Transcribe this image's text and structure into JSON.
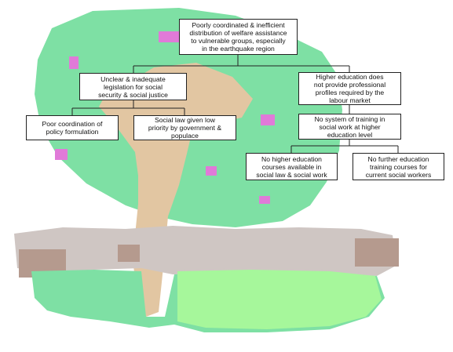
{
  "colors": {
    "canopy_green": "#7ee0a4",
    "trunk_tan": "#e2c6a2",
    "root_grey": "#cfc6c3",
    "root_brown": "#b59a8e",
    "light_green": "#a6f79b",
    "pink_patch": "#e07ad8",
    "node_border": "#222222",
    "line": "#222222"
  },
  "nodes": {
    "root": {
      "text": "Poorly coordinated & inefficient\ndistribution of welfare assistance\nto vulnerable groups, especially\nin the earthquake region"
    },
    "legislation": {
      "text": "Unclear & inadequate\nlegislation for social\nsecurity & social justice"
    },
    "policy": {
      "text": "Poor coordination of\npolicy formulation"
    },
    "priority": {
      "text": "Social law given low\npriority by government &\npopulace"
    },
    "higher_ed": {
      "text": "Higher education does\nnot provide professional\nprofiles required by the\nlabour market"
    },
    "training_system": {
      "text": "No system of training in\nsocial work at higher\neducation level"
    },
    "courses": {
      "text": "No higher education\ncourses available in\nsocial law & social work"
    },
    "further_training": {
      "text": "No further education\ntraining courses for\ncurrent social workers"
    }
  }
}
